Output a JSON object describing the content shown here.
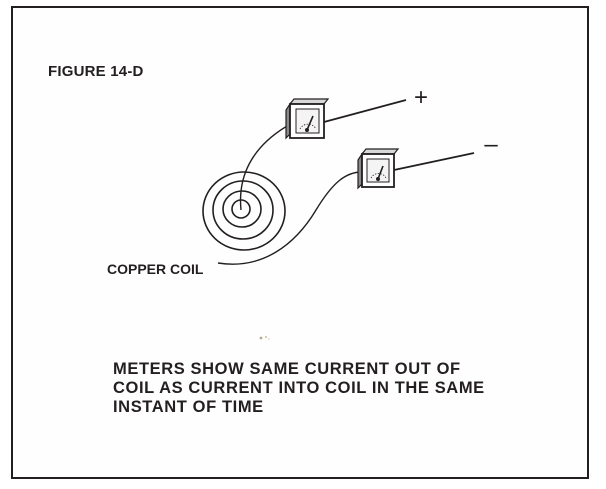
{
  "figure": {
    "label": "FIGURE 14-D",
    "coil_label": "COPPER COIL",
    "positive_symbol": "+",
    "negative_symbol": "–",
    "caption_lines": [
      "METERS SHOW SAME CURRENT OUT OF",
      "COIL AS CURRENT INTO COIL IN THE SAME",
      "INSTANT OF TIME"
    ]
  },
  "colors": {
    "ink": "#231f20",
    "paper": "#ffffff",
    "meter_face": "#f4f4f4",
    "meter_side": "#8a8a8a"
  },
  "icons": {
    "meter_top": "ammeter-icon",
    "meter_bottom": "ammeter-icon",
    "coil": "coil-icon"
  }
}
